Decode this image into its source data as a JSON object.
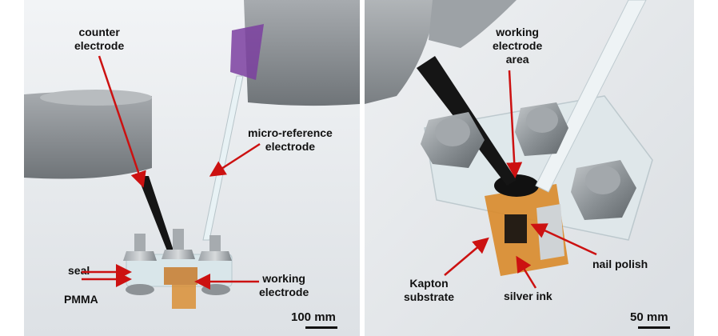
{
  "panels": {
    "left": {
      "labels": {
        "counter_electrode": "counter\nelectrode",
        "micro_reference_electrode": "micro-reference\nelectrode",
        "seal": "seal",
        "pmma": "PMMA",
        "working_electrode": "working\nelectrode"
      },
      "scale_bar": "100 mm"
    },
    "right": {
      "labels": {
        "working_electrode_area": "working\nelectrode\narea",
        "nail_polish": "nail polish",
        "kapton_substrate": "Kapton\nsubstrate",
        "silver_ink": "silver ink"
      },
      "scale_bar": "50 mm"
    }
  },
  "colors": {
    "arrow": "#cc1111",
    "background_left": "#e9ecef",
    "background_right": "#e6e9ec",
    "holder_gray": "#8a8f93",
    "copper": "#c77a2c",
    "kapton": "#d98a2a"
  }
}
